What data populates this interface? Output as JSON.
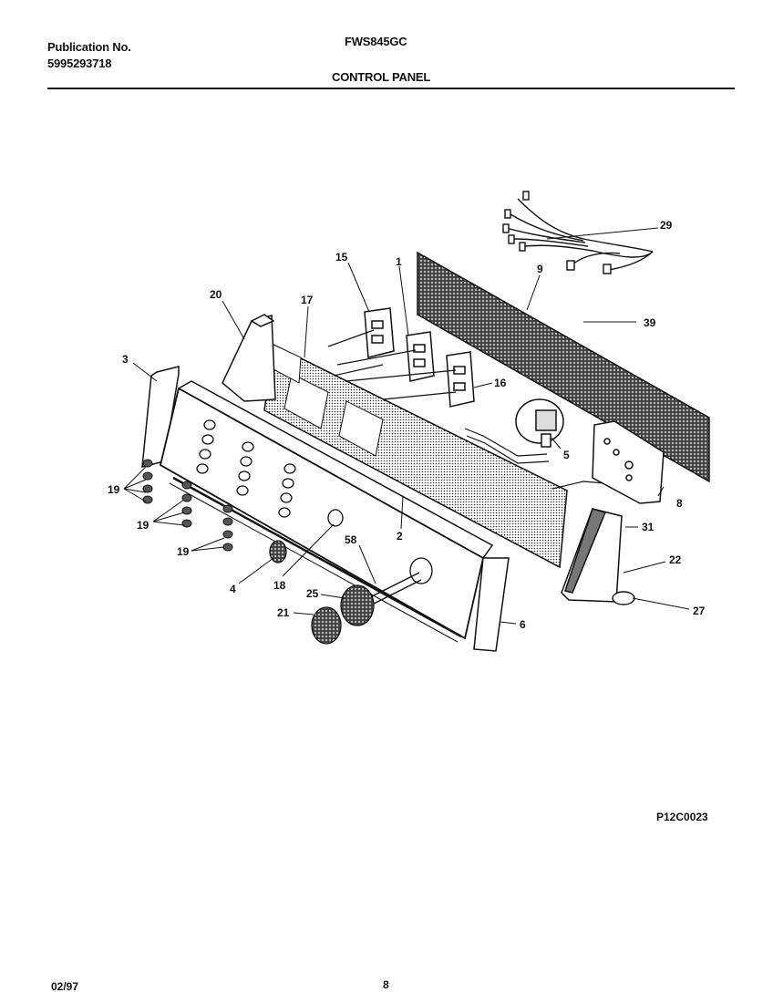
{
  "header": {
    "publication_label": "Publication No.",
    "publication_number": "5995293718",
    "model": "FWS845GC",
    "section_title": "CONTROL PANEL"
  },
  "footer": {
    "date": "02/97",
    "page_number": "8"
  },
  "diagram": {
    "figure_code": "P12C0023",
    "callouts": [
      "29",
      "15",
      "1",
      "9",
      "20",
      "17",
      "39",
      "3",
      "16",
      "5",
      "19",
      "8",
      "19",
      "2",
      "31",
      "19",
      "58",
      "22",
      "4",
      "18",
      "25",
      "27",
      "21",
      "6"
    ]
  }
}
